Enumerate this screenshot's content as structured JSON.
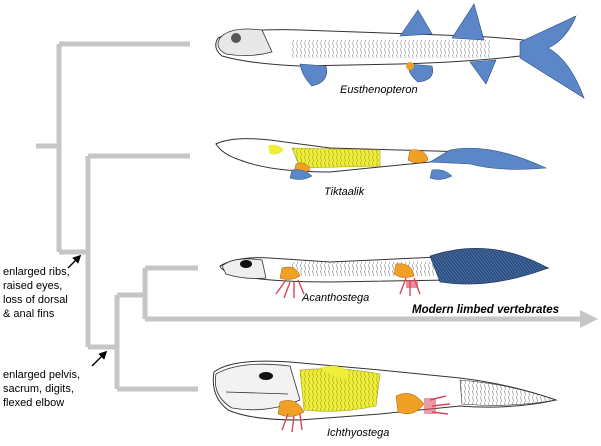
{
  "taxa": {
    "eusthenopteron": "Eusthenopteron",
    "tiktaalik": "Tiktaalik",
    "acanthostega": "Acanthostega",
    "ichthyostega": "Ichthyostega",
    "modern": "Modern limbed vertebrates"
  },
  "annotations": {
    "upper": [
      "enlarged ribs,",
      "raised eyes,",
      "loss of dorsal",
      "& anal fins"
    ],
    "lower": [
      "enlarged pelvis,",
      "sacrum, digits,",
      "flexed elbow"
    ]
  },
  "colors": {
    "tree": "#c6c6c6",
    "fin_blue": "#5b86c7",
    "fin_dark": "#2d4f82",
    "bone_yellow": "#eded3a",
    "bone_orange": "#f0a024",
    "digit_red": "#d8485a"
  }
}
